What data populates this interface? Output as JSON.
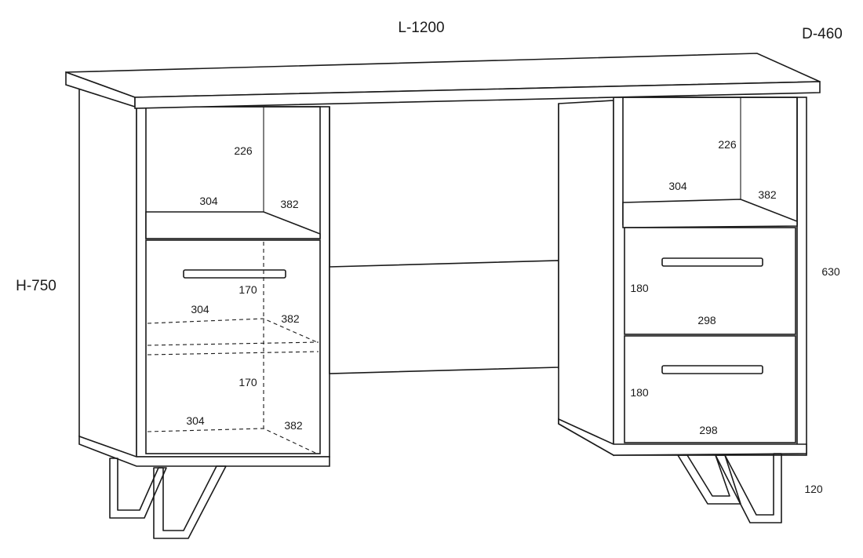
{
  "overall": {
    "length": "L-1200",
    "depth": "D-460",
    "height": "H-750",
    "body_height": "630",
    "leg_height": "120"
  },
  "left_unit": {
    "shelf": {
      "height": "226",
      "width": "304",
      "depth": "382"
    },
    "door_upper": {
      "height": "170",
      "width": "304",
      "depth": "382"
    },
    "door_lower": {
      "height": "170",
      "width": "304",
      "depth": "382"
    }
  },
  "right_unit": {
    "shelf": {
      "height": "226",
      "width": "304",
      "depth": "382"
    },
    "drawer_upper": {
      "height": "180",
      "width": "298"
    },
    "drawer_lower": {
      "height": "180",
      "width": "298"
    }
  }
}
